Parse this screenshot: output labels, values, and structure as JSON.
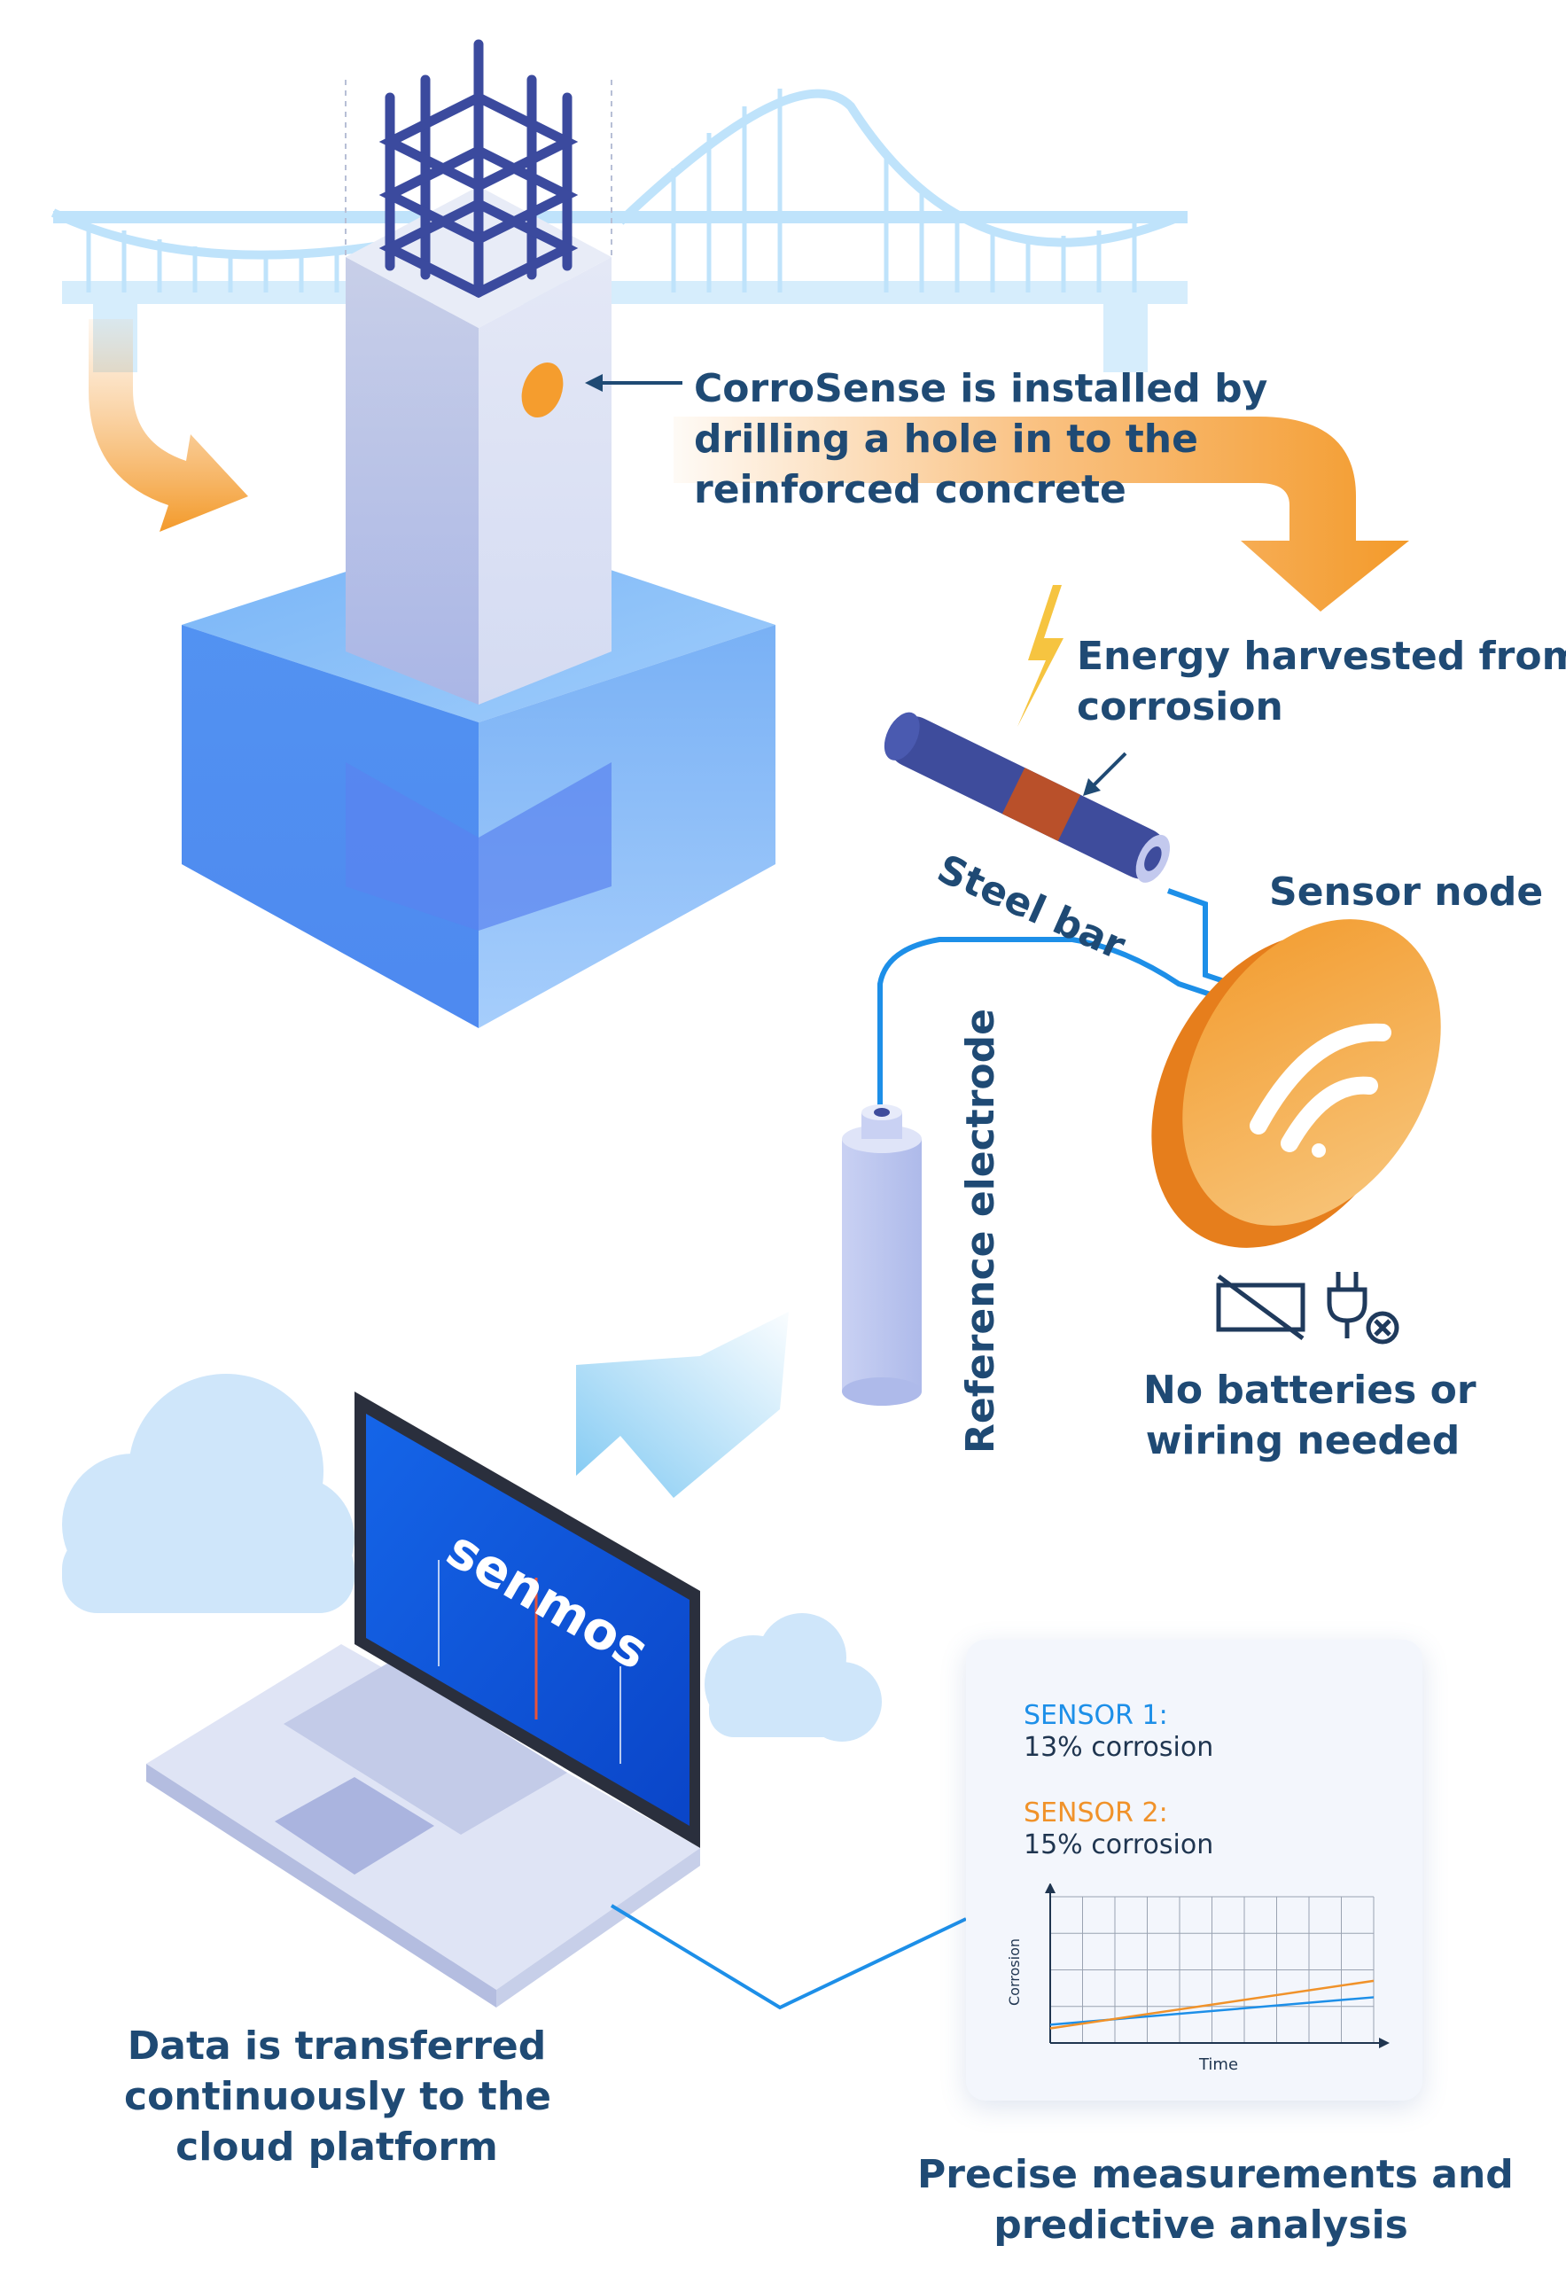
{
  "labels": {
    "install": [
      "CorroSense is installed by",
      "drilling a hole in to the",
      "reinforced concrete"
    ],
    "energy": [
      "Energy harvested from",
      "corrosion"
    ],
    "steel_bar": "Steel bar",
    "sensor_node": "Sensor node",
    "reference_electrode": "Reference electrode",
    "no_batteries": [
      "No batteries or",
      "wiring needed"
    ],
    "data_transfer": [
      "Data is transferred",
      "continuously to the",
      "cloud platform"
    ],
    "precise": [
      "Precise measurements and",
      "predictive analysis"
    ]
  },
  "laptop_logo": "senmos",
  "sensors": [
    {
      "name": "SENSOR 1:",
      "value": "13% corrosion",
      "color": "#1d8fe8"
    },
    {
      "name": "SENSOR 2:",
      "value": "15% corrosion",
      "color": "#f0922a"
    }
  ],
  "chart_data": {
    "type": "line",
    "xlabel": "Time",
    "ylabel": "Corrosion",
    "grid": true,
    "xlim": [
      0,
      10
    ],
    "ylim": [
      0,
      8
    ],
    "series": [
      {
        "color": "#1d8fe8",
        "x": [
          0,
          10
        ],
        "y": [
          1.0,
          2.5
        ]
      },
      {
        "color": "#f0922a",
        "x": [
          0,
          10
        ],
        "y": [
          0.8,
          3.4
        ]
      }
    ]
  },
  "icons": [
    "lightning-icon",
    "no-battery-icon",
    "no-plug-icon",
    "wifi-icon",
    "cloud-icon"
  ],
  "colors": {
    "text": "#1f4a74",
    "orange": "#f0922a",
    "blue": "#1d8fe8",
    "water": "#3f86f0"
  }
}
